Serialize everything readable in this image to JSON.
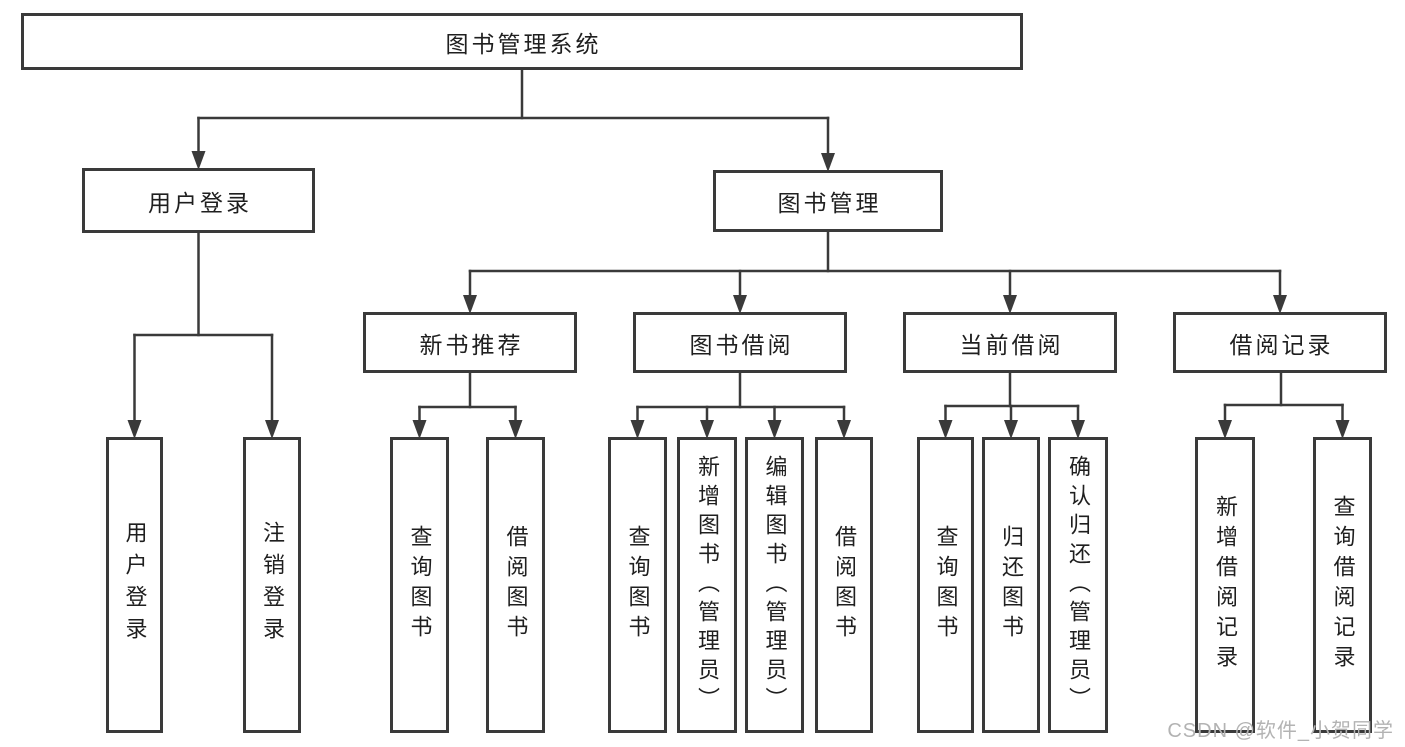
{
  "diagram": {
    "title": "图书管理系统",
    "type": "hierarchy-tree",
    "nodes": {
      "root": {
        "label": "图书管理系统"
      },
      "user_login": {
        "label": "用户登录"
      },
      "book_mgmt": {
        "label": "图书管理"
      },
      "new_book_rec": {
        "label": "新书推荐"
      },
      "book_borrow": {
        "label": "图书借阅"
      },
      "current_borrow": {
        "label": "当前借阅"
      },
      "borrow_record": {
        "label": "借阅记录"
      },
      "leaf_user_login": {
        "label": "用户登录"
      },
      "leaf_logout": {
        "label": "注销登录"
      },
      "leaf_query_book_1": {
        "label": "查询图书"
      },
      "leaf_borrow_book_1": {
        "label": "借阅图书"
      },
      "leaf_query_book_2": {
        "label": "查询图书"
      },
      "leaf_add_book": {
        "label": "新增图书（管理员）"
      },
      "leaf_edit_book": {
        "label": "编辑图书（管理员）"
      },
      "leaf_borrow_book_2": {
        "label": "借阅图书"
      },
      "leaf_query_book_3": {
        "label": "查询图书"
      },
      "leaf_return_book": {
        "label": "归还图书"
      },
      "leaf_confirm_return": {
        "label": "确认归还（管理员）"
      },
      "leaf_add_record": {
        "label": "新增借阅记录"
      },
      "leaf_query_record": {
        "label": "查询借阅记录"
      }
    },
    "edges": [
      [
        "root",
        "user_login"
      ],
      [
        "root",
        "book_mgmt"
      ],
      [
        "user_login",
        "leaf_user_login"
      ],
      [
        "user_login",
        "leaf_logout"
      ],
      [
        "book_mgmt",
        "new_book_rec"
      ],
      [
        "book_mgmt",
        "book_borrow"
      ],
      [
        "book_mgmt",
        "current_borrow"
      ],
      [
        "book_mgmt",
        "borrow_record"
      ],
      [
        "new_book_rec",
        "leaf_query_book_1"
      ],
      [
        "new_book_rec",
        "leaf_borrow_book_1"
      ],
      [
        "book_borrow",
        "leaf_query_book_2"
      ],
      [
        "book_borrow",
        "leaf_add_book"
      ],
      [
        "book_borrow",
        "leaf_edit_book"
      ],
      [
        "book_borrow",
        "leaf_borrow_book_2"
      ],
      [
        "current_borrow",
        "leaf_query_book_3"
      ],
      [
        "current_borrow",
        "leaf_return_book"
      ],
      [
        "current_borrow",
        "leaf_confirm_return"
      ],
      [
        "borrow_record",
        "leaf_add_record"
      ],
      [
        "borrow_record",
        "leaf_query_record"
      ]
    ],
    "colors": {
      "line": "#3a3a3a",
      "box_border": "#3a3a3a",
      "text": "#1f1f1f",
      "background": "#ffffff",
      "watermark": "#b3b3b3"
    }
  },
  "watermark": {
    "text": "CSDN @软件_小贺同学"
  }
}
